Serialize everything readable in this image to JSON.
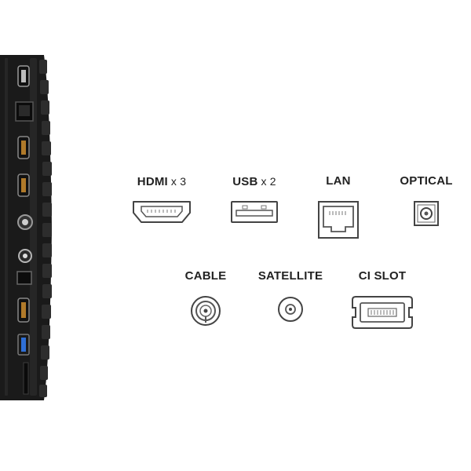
{
  "ports": {
    "hdmi": {
      "label": "HDMI",
      "multiplier": "x 3",
      "icon": "hdmi-port-icon"
    },
    "usb": {
      "label": "USB",
      "multiplier": "x 2",
      "icon": "usb-port-icon"
    },
    "lan": {
      "label": "LAN",
      "icon": "lan-port-icon"
    },
    "optical": {
      "label": "OPTICAL",
      "icon": "optical-port-icon"
    },
    "cable": {
      "label": "CABLE",
      "icon": "coax-cable-port-icon"
    },
    "satellite": {
      "label": "SATELLITE",
      "icon": "satellite-port-icon"
    },
    "ci_slot": {
      "label": "CI SLOT",
      "icon": "ci-slot-icon"
    }
  },
  "tv_panel": {
    "colors": {
      "body": "#1c1c1c",
      "rib": "#2b2b2b",
      "usb_accent": "#2f6fd6"
    }
  }
}
